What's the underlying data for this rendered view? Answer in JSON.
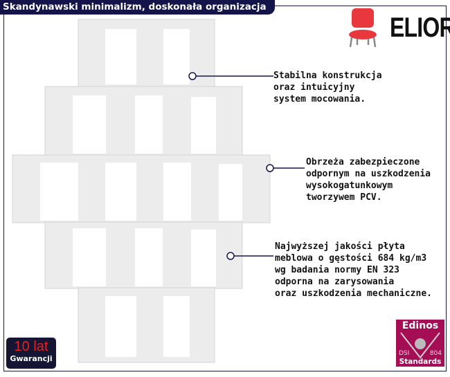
{
  "title": "Skandynawski minimalizm, doskonała organizacja",
  "brand": "ELIOR",
  "features": [
    "Stabilna konstrukcja\noraz intuicyjny\nsystem mocowania.",
    "Obrzeża zabezpieczone\nodpornym na uszkodzenia\nwysokogatunkowym\ntworzywem PCV.",
    "Najwyższej jakości płyta\nmeblowa o gęstości 684 kg/m3\nwg badania normy EN 323\nodporna na zarysowania\noraz uszkodzenia mechaniczne."
  ],
  "warranty": {
    "years": "10 lat",
    "label": "Gwarancji"
  },
  "certificate": {
    "name": "Edinos",
    "left": "DSI",
    "right": "804",
    "label": "Standards"
  },
  "colors": {
    "navy": "#14144a",
    "cert": "#a50d55",
    "chair": "#e8383d"
  }
}
